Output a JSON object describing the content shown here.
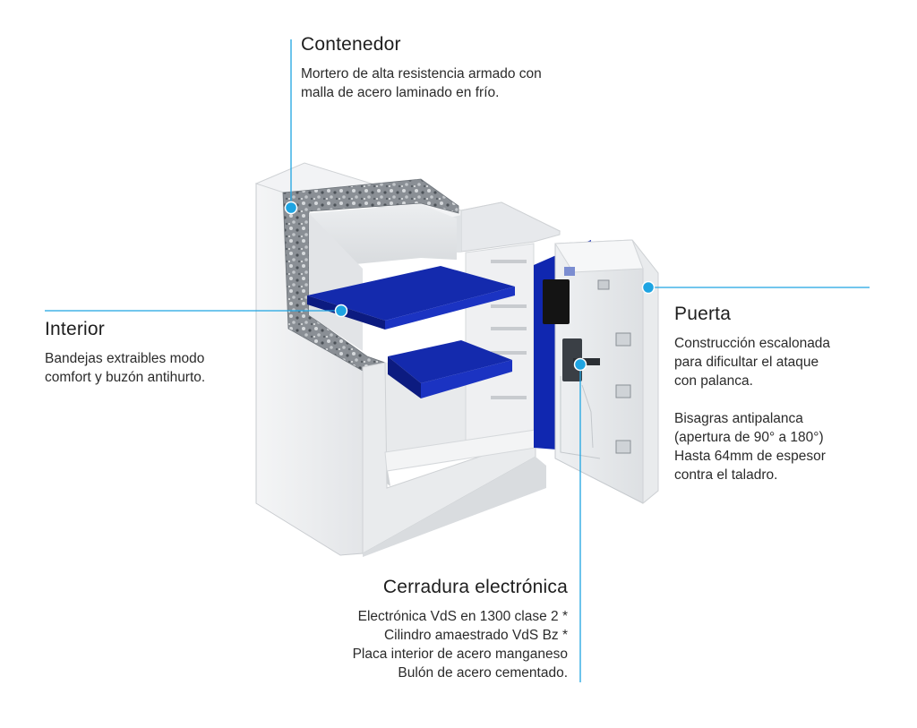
{
  "accent_color": "#1ea4e2",
  "shelf_color": "#0f23a8",
  "callouts": {
    "contenedor": {
      "heading": "Contenedor",
      "lines": [
        "Mortero de alta resistencia armado con",
        "malla de acero laminado en frío."
      ]
    },
    "interior": {
      "heading": "Interior",
      "lines": [
        "Bandejas extraibles modo",
        "comfort y buzón antihurto."
      ]
    },
    "puerta": {
      "heading": "Puerta",
      "lines": [
        "Construcción escalonada",
        "para dificultar el ataque",
        "con palanca."
      ],
      "lines2": [
        "Bisagras antipalanca",
        "(apertura de 90° a 180°)",
        "Hasta 64mm de espesor",
        "contra el taladro."
      ]
    },
    "cerradura": {
      "heading": "Cerradura electrónica",
      "lines": [
        "Electrónica VdS en 1300 clase 2 *",
        "Cilindro amaestrado VdS Bz *",
        "Placa interior de acero manganeso",
        "Bulón de acero cementado."
      ]
    }
  }
}
